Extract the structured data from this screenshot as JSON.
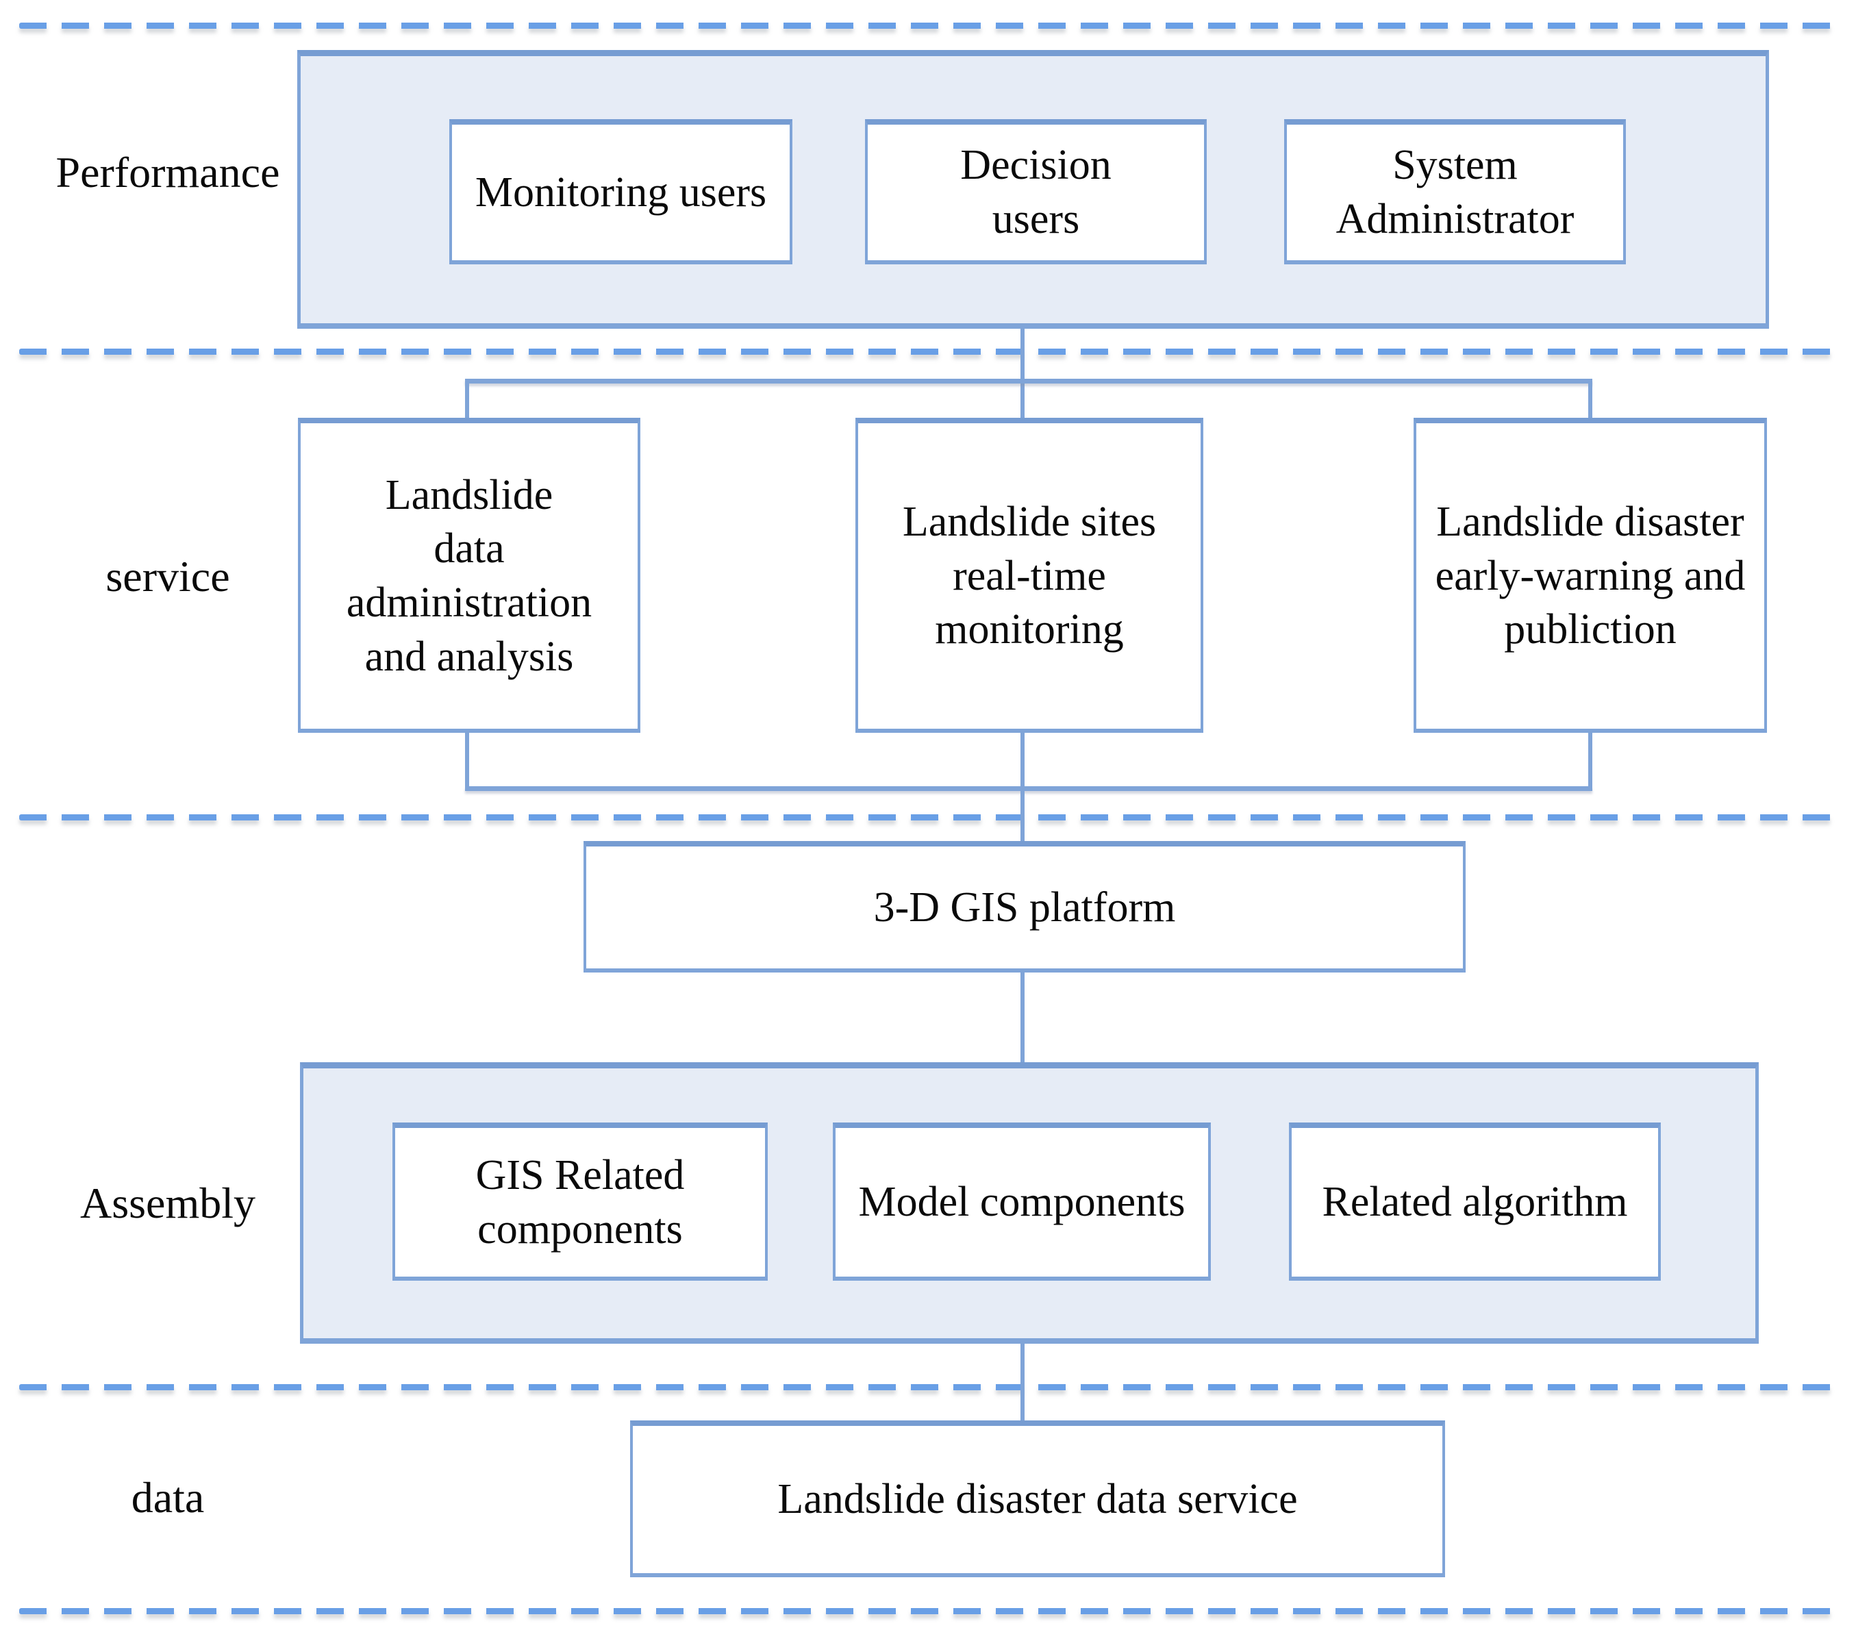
{
  "colors": {
    "dash": "#699fe6",
    "line": "#7fa4d8",
    "line_dark": "#769cd2",
    "container_fill": "#e6ecf6",
    "box_fill": "#ffffff",
    "text": "#0a0a0a"
  },
  "layers": {
    "performance": {
      "label": "Performance",
      "boxes": {
        "monitoring_users": "Monitoring users",
        "decision_users": "Decision\nusers",
        "system_administrator": "System\nAdministrator"
      }
    },
    "service": {
      "label": "service",
      "boxes": {
        "data_administration": "Landslide\ndata\nadministration\nand analysis",
        "realtime_monitoring": "Landslide sites\nreal-time\nmonitoring",
        "early_warning": "Landslide disaster\nearly-warning and\npubliction"
      }
    },
    "platform": {
      "gis_platform": "3-D GIS platform"
    },
    "assembly": {
      "label": "Assembly",
      "boxes": {
        "gis_components": "GIS Related\ncomponents",
        "model_components": "Model components",
        "related_algorithm": "Related algorithm"
      }
    },
    "data": {
      "label": "data",
      "boxes": {
        "data_service": "Landslide disaster data service"
      }
    }
  }
}
